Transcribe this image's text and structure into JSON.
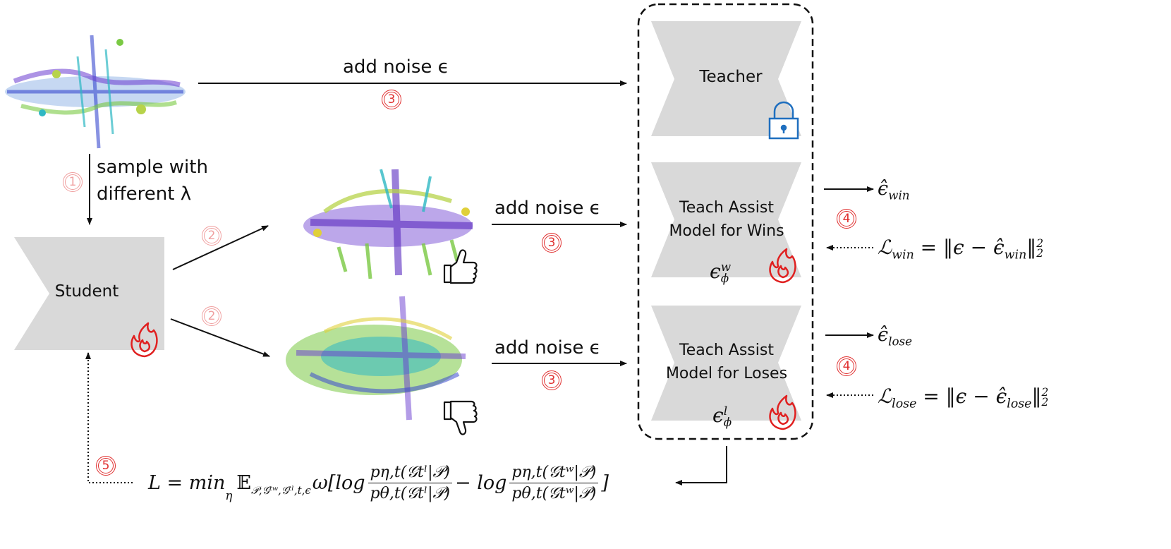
{
  "labels": {
    "add_noise_top": "add noise ϵ",
    "add_noise_mid": "add noise ϵ",
    "add_noise_bot": "add noise ϵ",
    "sample_line1": "sample with",
    "sample_line2": "different λ",
    "student": "Student",
    "teacher": "Teacher",
    "ta_win_line1": "Teach Assist",
    "ta_win_line2": "Model for Wins",
    "ta_lose_line1": "Teach Assist",
    "ta_lose_line2": "Model for Loses"
  },
  "steps": {
    "s1": "1",
    "s2a": "2",
    "s2b": "2",
    "s3a": "3",
    "s3b": "3",
    "s3c": "3",
    "s4a": "4",
    "s4b": "4",
    "s5": "5"
  },
  "math": {
    "eps_w_base": "ϵ",
    "eps_w_sup": "w",
    "eps_w_sub": "ϕ",
    "eps_l_base": "ϵ",
    "eps_l_sup": "l",
    "eps_l_sub": "ϕ",
    "hat_win_base": "ϵ̂",
    "hat_win_sub": "win",
    "hat_lose_base": "ϵ̂",
    "hat_lose_sub": "lose",
    "loss_win_lhs": "ℒ",
    "loss_win_lhs_sub": "win",
    "loss_win_rhs": "= ‖ϵ − ϵ̂",
    "loss_win_rhs_sub": "win",
    "loss_win_tail": "‖",
    "loss_lose_lhs": "ℒ",
    "loss_lose_lhs_sub": "lose",
    "loss_lose_rhs": "= ‖ϵ − ϵ̂",
    "loss_lose_rhs_sub": "lose",
    "norm_sup": "2",
    "norm_sub": "2",
    "main_prefix": "L = min",
    "main_min_sub": "η",
    "main_E": "𝔼",
    "main_E_sub": "𝒫,𝒢ᵗʷ,𝒢ᵗˡ,t,ϵ",
    "main_omega": "ω[log",
    "frac1_num": "pη,t(𝒢tˡ|𝒫)",
    "frac1_den": "pθ,t(𝒢tˡ|𝒫)",
    "main_minus": "− log",
    "frac2_num": "pη,t(𝒢tʷ|𝒫)",
    "frac2_den": "pθ,t(𝒢tʷ|𝒫)",
    "main_close": "]"
  },
  "icons": [
    "lock-icon",
    "thumbs-up-icon",
    "thumbs-down-icon",
    "flame-icon"
  ],
  "colors": {
    "block_gray": "#d9d9d9",
    "step_red": "#e03030",
    "step_light": "#f0a0a0",
    "lock_blue": "#1f6fbf",
    "flame_red": "#e02020"
  }
}
